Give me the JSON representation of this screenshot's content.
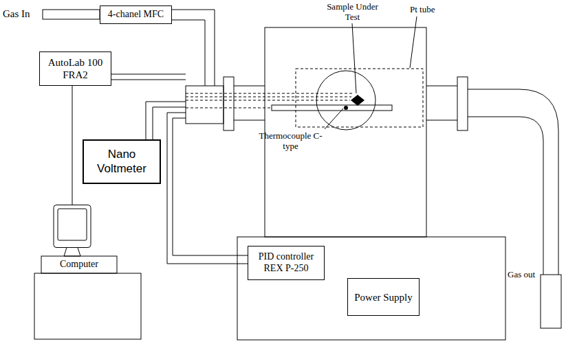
{
  "diagram": {
    "nodes": [
      {
        "text": [
          "4-chanel MFC"
        ]
      },
      {
        "text": [
          "AutoLab 100 FRA2"
        ]
      },
      {
        "text": [
          "Nano Voltmeter"
        ]
      },
      {
        "text": [
          "Computer"
        ]
      },
      {
        "text": [
          "PID controller REX P-250"
        ]
      },
      {
        "text": [
          "Power Supply"
        ]
      }
    ],
    "edges": [
      {
        "from": 1,
        "to": 3,
        "arrow": "none"
      }
    ],
    "labels": [
      "Gas In",
      "Sample Under Test",
      "Pt tube",
      "Thermocouple C-type",
      "Gas out"
    ]
  }
}
